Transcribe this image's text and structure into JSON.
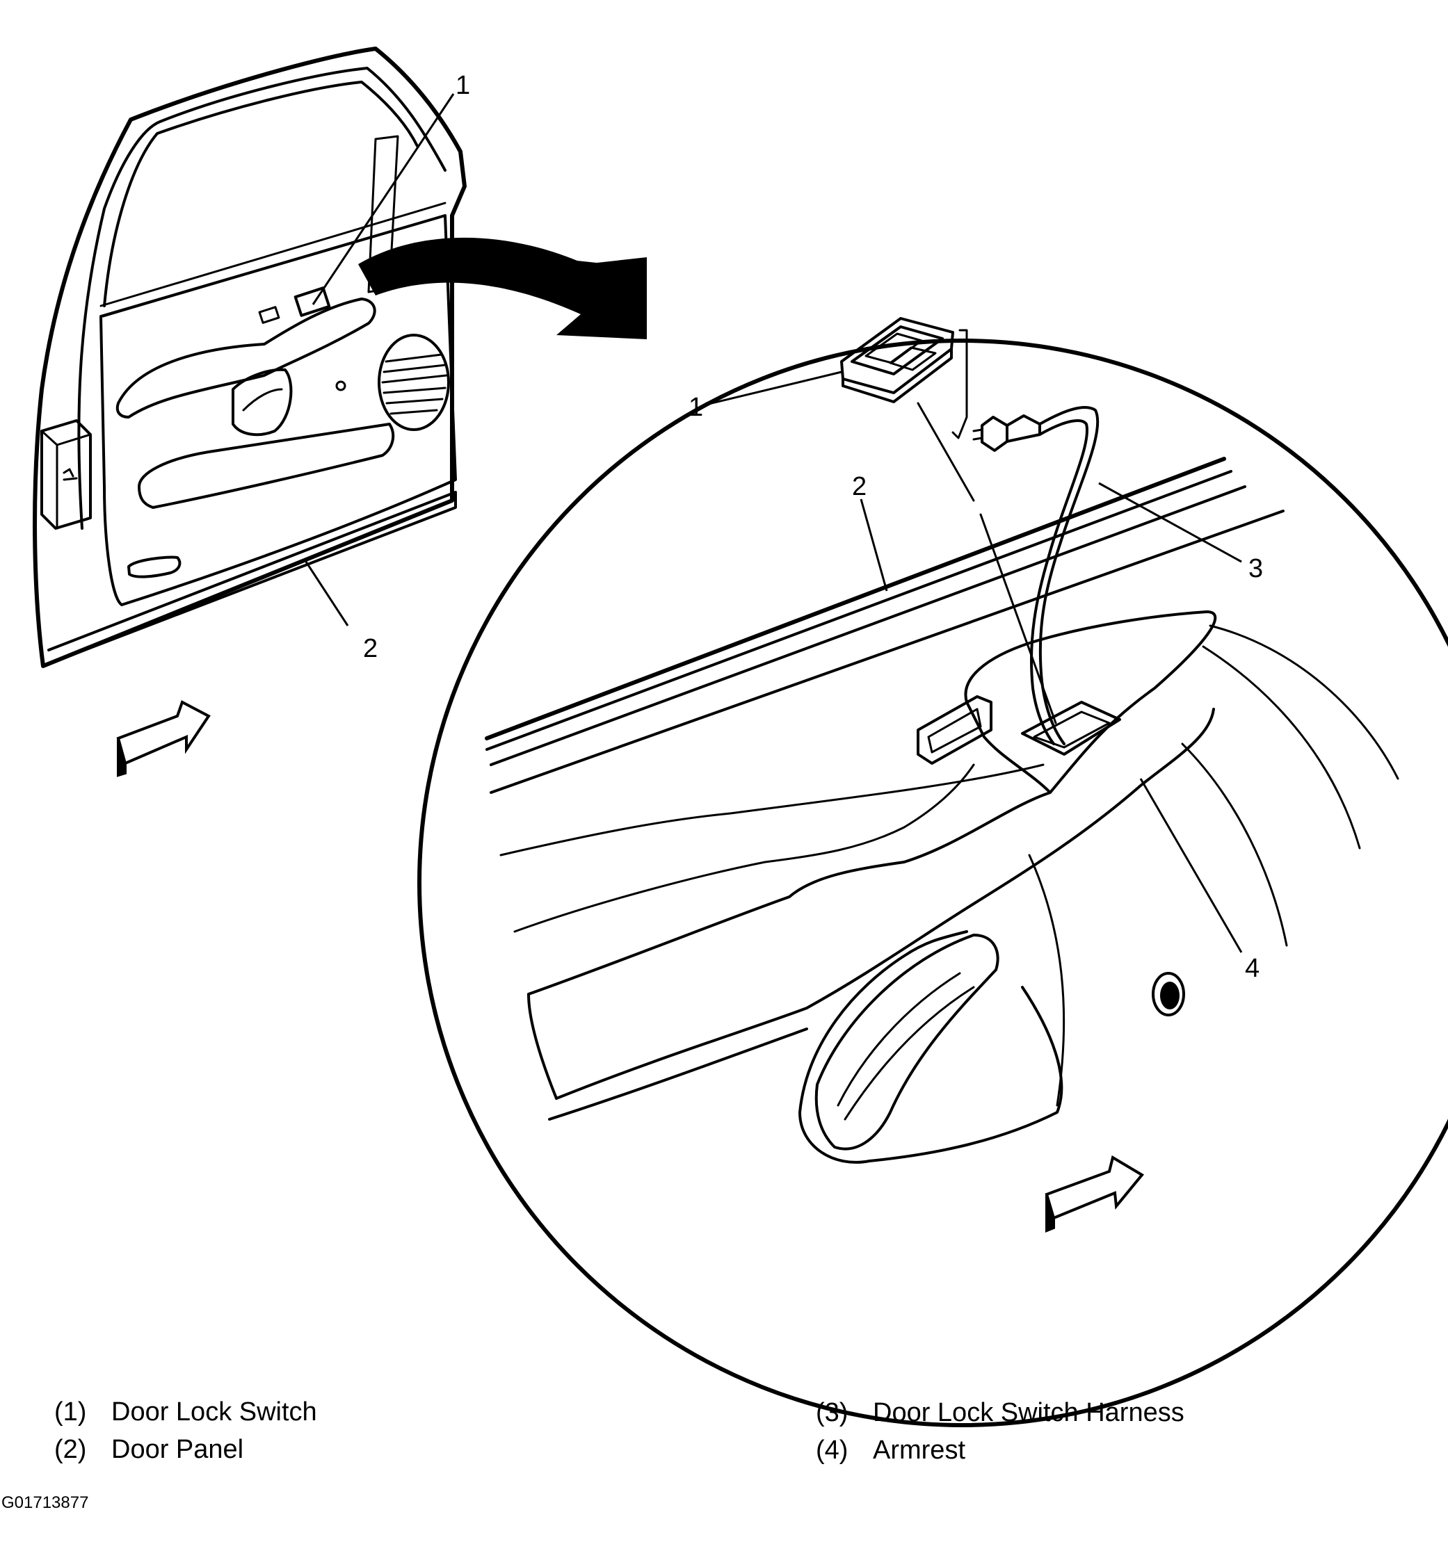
{
  "callouts": {
    "door_switch": "1",
    "door_panel": "2",
    "detail_switch": "1",
    "detail_panel": "2",
    "detail_harness": "3",
    "detail_armrest": "4"
  },
  "legend": [
    {
      "num": "(1)",
      "label": "Door Lock Switch"
    },
    {
      "num": "(2)",
      "label": "Door Panel"
    },
    {
      "num": "(3)",
      "label": "Door Lock Switch Harness"
    },
    {
      "num": "(4)",
      "label": "Armrest"
    }
  ],
  "figure_id": "G01713877"
}
